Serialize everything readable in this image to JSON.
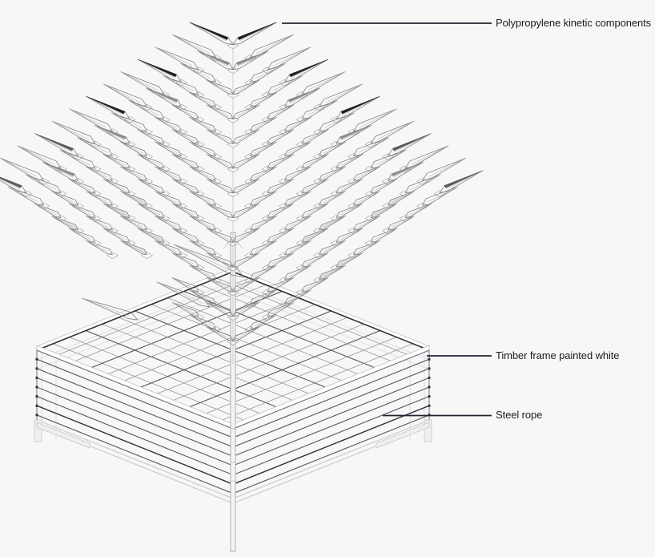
{
  "page": {
    "background": "#f7f7f7"
  },
  "diagram": {
    "parts": [
      {
        "id": "polypropylene-kinetic-components",
        "label": "Polypropylene kinetic components"
      },
      {
        "id": "timber-frame-painted-white",
        "label": "Timber frame painted white"
      },
      {
        "id": "steel-rope",
        "label": "Steel rope"
      }
    ]
  },
  "colors": {
    "label_text": "#1c1c1c",
    "leader_line": "#232330",
    "component_dark": "#1e1e1e",
    "component_dark_faded": "#5a5a5a",
    "frame_edge_dark": "#2e2e38",
    "rope_line": "#5d5d68",
    "light_edge": "#c9c9ce"
  }
}
